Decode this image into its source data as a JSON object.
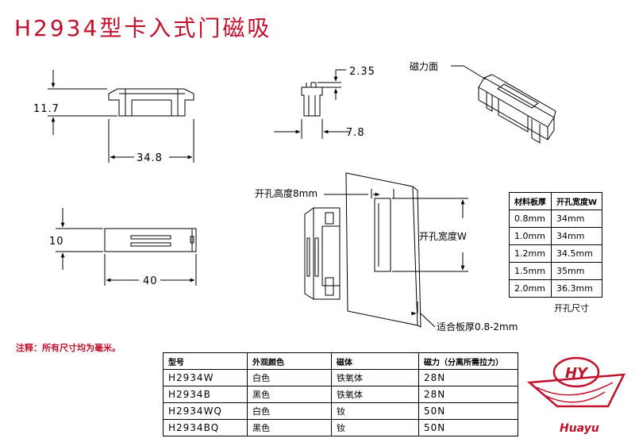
{
  "title": "H2934型卡入式门磁吸",
  "dimensions": {
    "top_view_height": "11.7",
    "top_view_width": "34.8",
    "side_view_thickness": "2.35",
    "side_view_width": "7.8",
    "front_view_height": "10",
    "front_view_width": "40"
  },
  "labels": {
    "magnetic_face": "磁力面",
    "hole_height": "开孔高度8mm",
    "hole_width": "开孔宽度W",
    "plate_thickness": "适合板厚0.8-2mm",
    "note": "注释：所有尺寸均为毫米。"
  },
  "hole_table": {
    "headers": [
      "材料板厚",
      "开孔宽度W"
    ],
    "rows": [
      [
        "0.8mm",
        "34mm"
      ],
      [
        "1.0mm",
        "34mm"
      ],
      [
        "1.2mm",
        "34.5mm"
      ],
      [
        "1.5mm",
        "35mm"
      ],
      [
        "2.0mm",
        "36.3mm"
      ]
    ],
    "caption": "开孔尺寸"
  },
  "spec_table": {
    "headers": [
      "型号",
      "外观颜色",
      "磁体",
      "磁力（分离所需拉力）"
    ],
    "rows": [
      [
        "H2934W",
        "白色",
        "铁氧体",
        "28N"
      ],
      [
        "H2934B",
        "黑色",
        "铁氧体",
        "28N"
      ],
      [
        "H2934WQ",
        "白色",
        "钕",
        "50N"
      ],
      [
        "H2934BQ",
        "黑色",
        "钕",
        "50N"
      ]
    ]
  },
  "logo": {
    "mark": "HY",
    "name": "Huayu"
  },
  "colors": {
    "accent_red": "#c0102a",
    "line": "#000000"
  }
}
